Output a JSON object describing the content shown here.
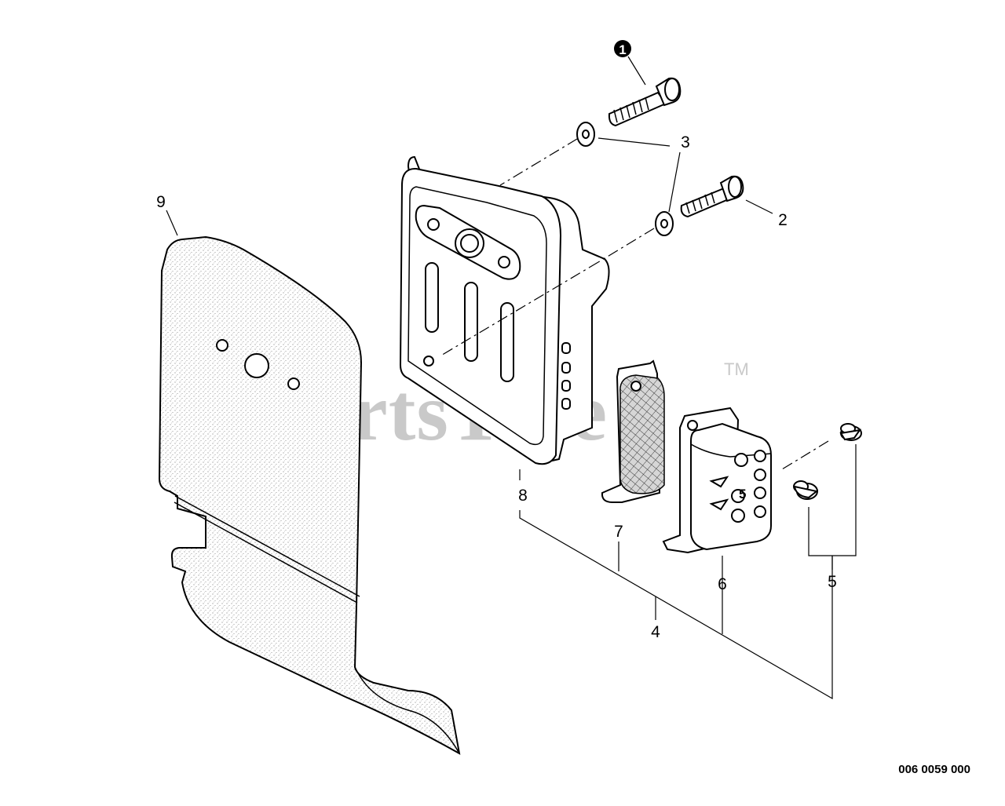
{
  "watermark": {
    "brand": "PartsTree",
    "trademark": "TM"
  },
  "reference_number": "006 0059 000",
  "callouts": {
    "c1": "1",
    "c2": "2",
    "c3": "3",
    "c4": "4",
    "c5": "5",
    "c6": "6",
    "c7": "7",
    "c8": "8",
    "c9": "9",
    "embossed": "5"
  }
}
